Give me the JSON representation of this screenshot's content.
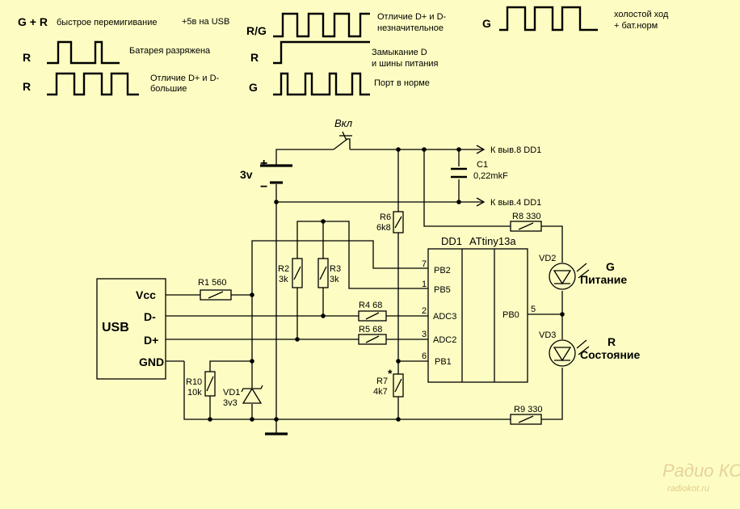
{
  "legend": [
    {
      "id": "gr",
      "signal": "G + R",
      "text": "быстрое перемигивание",
      "extra": "+5в на USB"
    },
    {
      "id": "r1",
      "signal": "R",
      "text": "Батарея разряжена"
    },
    {
      "id": "r2",
      "signal": "R",
      "text": "Отличие D+ и D-",
      "text2": "большие"
    },
    {
      "id": "rg",
      "signal": "R/G",
      "text": "Отличие D+ и D-",
      "text2": "незначительное"
    },
    {
      "id": "r3",
      "signal": "R",
      "text": "Замыкание D",
      "text2": "и шины питания"
    },
    {
      "id": "g1",
      "signal": "G",
      "text": "Порт в норме"
    },
    {
      "id": "g2",
      "signal": "G",
      "text": "холостой ход",
      "text2": "+ бат.норм"
    }
  ],
  "battery": {
    "label": "3v",
    "plus": "+",
    "minus": "−"
  },
  "switch": {
    "label": "Вкл"
  },
  "rails": {
    "top": "К выв.8 DD1",
    "bottom": "К выв.4 DD1"
  },
  "capacitor": {
    "name": "C1",
    "value": "0,22mkF"
  },
  "usb": {
    "label": "USB",
    "pins": [
      "Vcc",
      "D-",
      "D+",
      "GND"
    ]
  },
  "resistors": {
    "r1": "R1 560",
    "r2_name": "R2",
    "r2_value": "3k",
    "r3_name": "R3",
    "r3_value": "3k",
    "r4": "R4 68",
    "r5": "R5 68",
    "r6_name": "R6",
    "r6_value": "6k8",
    "r7_name": "R7",
    "r7_star": "*",
    "r7_value": "4k7",
    "r8": "R8 330",
    "r9": "R9 330",
    "r10_name": "R10",
    "r10_value": "10k"
  },
  "zener": {
    "name": "VD1",
    "value": "3v3"
  },
  "chip": {
    "name": "DD1",
    "part": "ATtiny13a",
    "pins": [
      {
        "num": "7",
        "label": "PB2"
      },
      {
        "num": "1",
        "label": "PB5"
      },
      {
        "num": "2",
        "label": "ADC3"
      },
      {
        "num": "3",
        "label": "ADC2"
      },
      {
        "num": "6",
        "label": "PB1"
      },
      {
        "num": "5",
        "label": "PB0"
      }
    ]
  },
  "leds": [
    {
      "name": "VD2",
      "letter": "G",
      "label": "Питание"
    },
    {
      "name": "VD3",
      "letter": "R",
      "label": "Состояние"
    }
  ],
  "watermark": {
    "brand": "Радио КОТ",
    "url": "radiokot.ru"
  },
  "colors": {
    "background": "#fdfdc3",
    "ink": "#000000",
    "watermark": "#e6d29a"
  }
}
